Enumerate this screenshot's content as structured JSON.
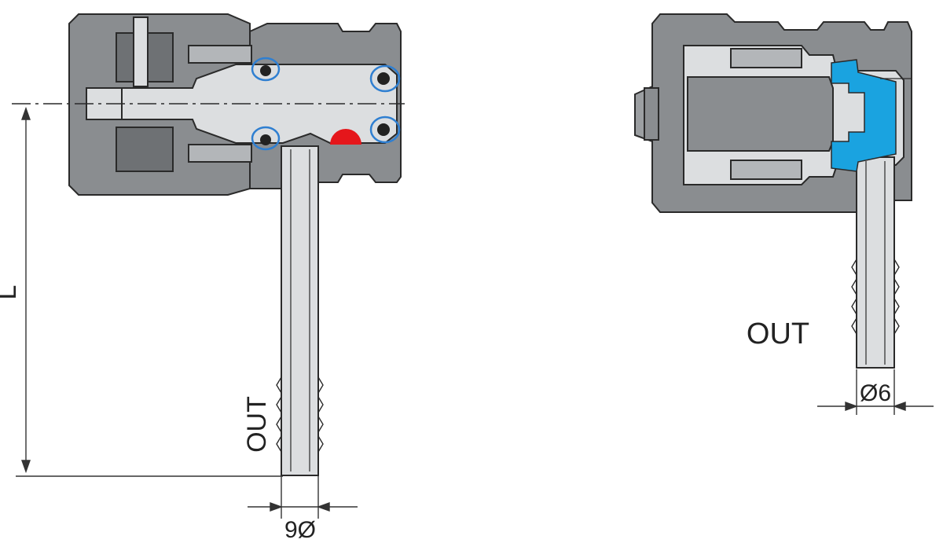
{
  "labels": {
    "dim_length": "L",
    "left_outlet": "OUT",
    "left_diameter": "9Ø",
    "right_outlet": "OUT",
    "right_diameter": "Ø6"
  },
  "colors": {
    "body": "#8a8d90",
    "body_dark": "#6e7174",
    "bore": "#dcdee0",
    "outline": "#2a2a2a",
    "highlight_circle": "#2f7fd1",
    "check_ball": "#e5161b",
    "seal": "#1aa3e0",
    "dim_line": "#333333"
  }
}
